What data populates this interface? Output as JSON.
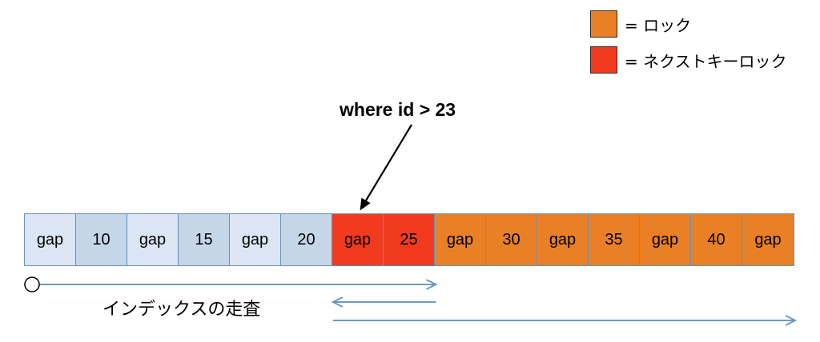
{
  "colors": {
    "gap": "#dbe5f4",
    "key": "#c5d6e9",
    "next_key_lock": "#f23a1f",
    "lock": "#ea8026",
    "border": "#6a8fb8",
    "scan_arrow": "#6f98c4",
    "pointer_arrow": "#000000"
  },
  "legend": [
    {
      "label": "= ロック",
      "color": "#ea8026"
    },
    {
      "label": "= ネクストキーロック",
      "color": "#f23a1f"
    }
  ],
  "condition": {
    "label": "where id > 23"
  },
  "index": {
    "entries": [
      {
        "label": "gap",
        "lock": "none"
      },
      {
        "label": "10",
        "lock": "none"
      },
      {
        "label": "gap",
        "lock": "none"
      },
      {
        "label": "15",
        "lock": "none"
      },
      {
        "label": "gap",
        "lock": "none"
      },
      {
        "label": "20",
        "lock": "none"
      },
      {
        "label": "gap",
        "lock": "next-key"
      },
      {
        "label": "25",
        "lock": "next-key"
      },
      {
        "label": "gap",
        "lock": "lock"
      },
      {
        "label": "30",
        "lock": "lock"
      },
      {
        "label": "gap",
        "lock": "lock"
      },
      {
        "label": "35",
        "lock": "lock"
      },
      {
        "label": "gap",
        "lock": "lock"
      },
      {
        "label": "40",
        "lock": "lock"
      },
      {
        "label": "gap",
        "lock": "lock"
      }
    ]
  },
  "scan": {
    "label": "インデックスの走査",
    "pointer_target_index": 6,
    "passes": [
      {
        "from_index": 0,
        "to_index": 8,
        "direction": "forward",
        "start_marker": true
      },
      {
        "from_index": 8,
        "to_index": 6,
        "direction": "backward",
        "start_marker": false
      },
      {
        "from_index": 6,
        "to_index": 15,
        "direction": "forward",
        "start_marker": false
      }
    ]
  }
}
